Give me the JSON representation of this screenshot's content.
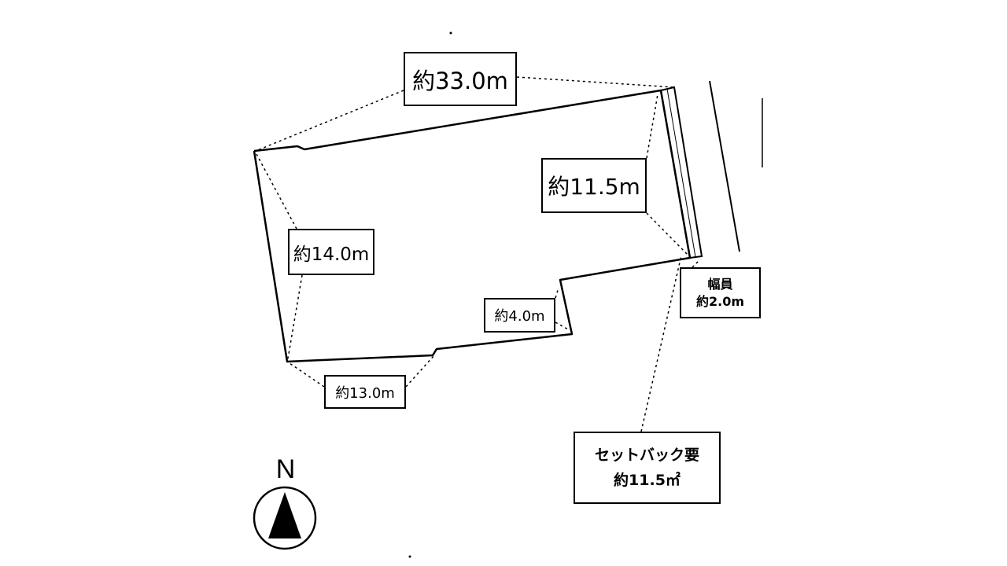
{
  "labels": {
    "top_frontage": "約33.0m",
    "right_side": "約11.5m",
    "left_side": "約14.0m",
    "notch_side": "約4.0m",
    "bottom_side": "約13.0m",
    "road_width_title": "幅員",
    "road_width_value": "約2.0m",
    "setback_title": "セットバック要",
    "setback_value": "約11.5㎡"
  },
  "compass": {
    "letter": "N",
    "icon": "north-arrow-icon"
  },
  "colors": {
    "line": "#000000",
    "background": "#ffffff"
  }
}
